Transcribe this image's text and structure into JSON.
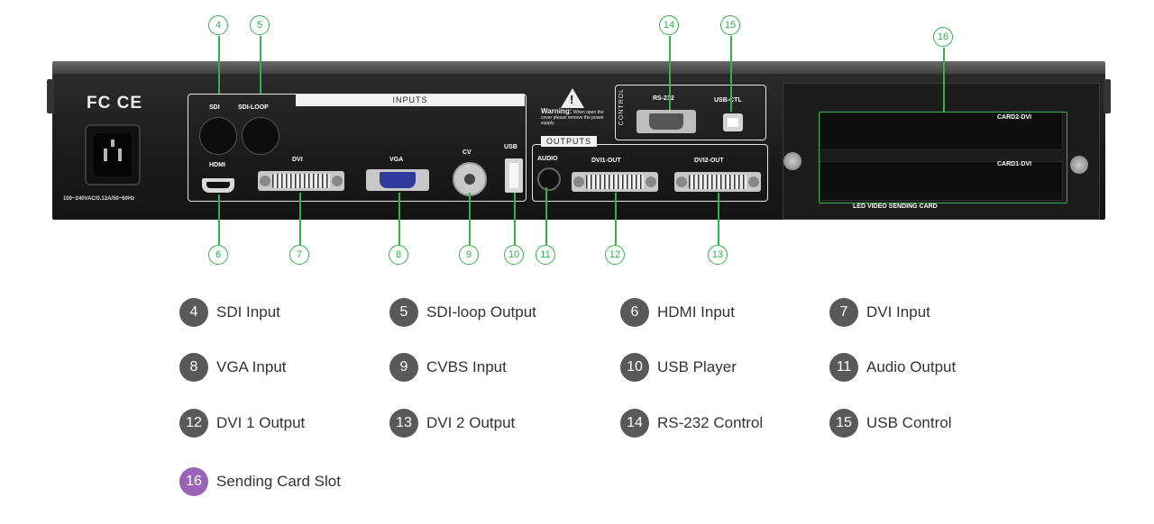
{
  "panel": {
    "certification": "FC CE",
    "power_rating": "100~240VAC/0.12A/50~60Hz",
    "inputs_title": "INPUTS",
    "outputs_title": "OUTPUTS",
    "control_title": "CONTROL",
    "warning_title": "Warning:",
    "warning_text": "When open the cover please remove the power supply.",
    "port_labels": {
      "sdi": "SDI",
      "sdi_loop": "SDI-LOOP",
      "hdmi": "HDMI",
      "dvi": "DVI",
      "vga": "VGA",
      "cv": "CV",
      "usb": "USB",
      "audio": "AUDIO",
      "dvi1_out": "DVI1-OUT",
      "dvi2_out": "DVI2-OUT",
      "rs232": "RS-232",
      "usb_ctl": "USB-CTL",
      "card2": "CARD2-DVI",
      "card1": "CARD1-DVI",
      "card_area": "LED VIDEO SENDING CARD"
    }
  },
  "callouts": [
    "4",
    "5",
    "6",
    "7",
    "8",
    "9",
    "10",
    "11",
    "12",
    "13",
    "14",
    "15",
    "16"
  ],
  "legend": [
    {
      "num": "4",
      "label": "SDI Input"
    },
    {
      "num": "5",
      "label": "SDI-loop Output"
    },
    {
      "num": "6",
      "label": "HDMI Input"
    },
    {
      "num": "7",
      "label": "DVI Input"
    },
    {
      "num": "8",
      "label": "VGA Input"
    },
    {
      "num": "9",
      "label": "CVBS Input"
    },
    {
      "num": "10",
      "label": "USB Player"
    },
    {
      "num": "11",
      "label": "Audio Output"
    },
    {
      "num": "12",
      "label": "DVI 1 Output"
    },
    {
      "num": "13",
      "label": "DVI 2 Output"
    },
    {
      "num": "14",
      "label": "RS-232 Control"
    },
    {
      "num": "15",
      "label": "USB Control"
    },
    {
      "num": "16",
      "label": "Sending Card Slot"
    }
  ],
  "colors": {
    "callout_green": "#2fb34a",
    "badge_gray": "#595959",
    "badge_purple": "#9a63b8"
  }
}
